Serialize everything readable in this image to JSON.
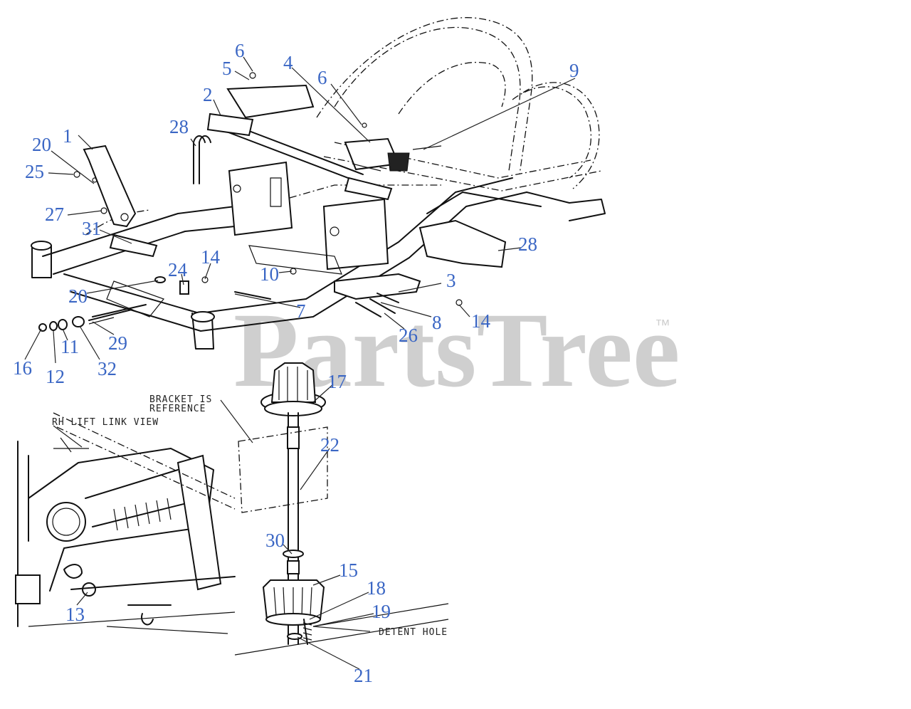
{
  "watermark": {
    "text": "PartsTree",
    "trademark": "™"
  },
  "notes": {
    "bracket_line1": "BRACKET IS",
    "bracket_line2": "REFERENCE",
    "rh_view": "RH LIFT LINK VIEW",
    "detent": "DETENT HOLE"
  },
  "callouts": {
    "c1": "1",
    "c2": "2",
    "c3": "3",
    "c4": "4",
    "c5": "5",
    "c6a": "6",
    "c6b": "6",
    "c7": "7",
    "c8": "8",
    "c9": "9",
    "c10": "10",
    "c11": "11",
    "c12": "12",
    "c13": "13",
    "c14a": "14",
    "c14b": "14",
    "c15": "15",
    "c16": "16",
    "c17": "17",
    "c18": "18",
    "c19": "19",
    "c20a": "20",
    "c20b": "20",
    "c21": "21",
    "c22": "22",
    "c24": "24",
    "c25": "25",
    "c26": "26",
    "c27": "27",
    "c28a": "28",
    "c28b": "28",
    "c29": "29",
    "c30": "30",
    "c31": "31",
    "c32": "32"
  },
  "colors": {
    "callout": "#3a66c4",
    "watermark": "#cfcfcf",
    "lines": "#111111"
  }
}
